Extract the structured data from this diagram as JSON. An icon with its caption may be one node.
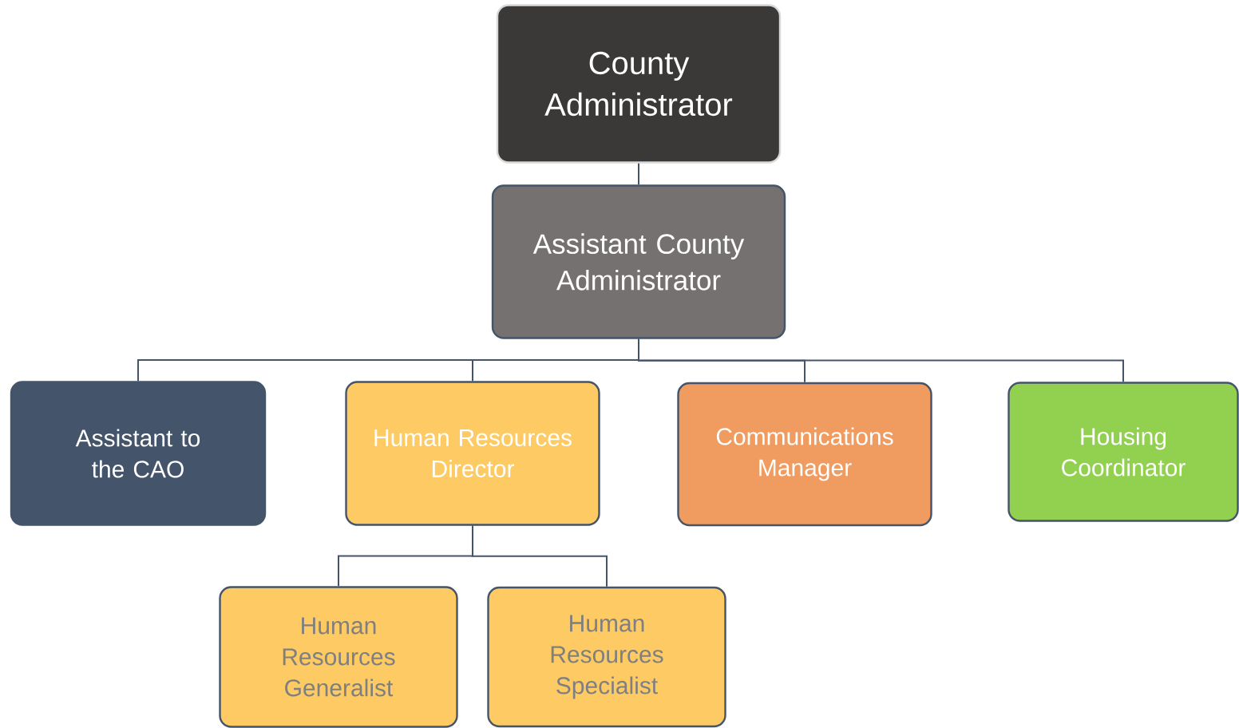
{
  "diagram": {
    "nodes": [
      {
        "text": [
          "County Administrator"
        ]
      },
      {
        "text": [
          "Assistant County Administrator"
        ]
      },
      {
        "text": [
          "Assistant to the CAO"
        ]
      },
      {
        "text": [
          "Human Resources Director"
        ]
      },
      {
        "text": [
          "Communications Manager"
        ]
      },
      {
        "text": [
          "Housing Coordinator"
        ]
      },
      {
        "text": [
          "Human Resources Generalist"
        ]
      },
      {
        "text": [
          "Human Resources Specialist"
        ]
      }
    ],
    "edges": [
      {
        "from": 0,
        "to": 1,
        "arrow": "none"
      },
      {
        "from": 1,
        "to": 2,
        "arrow": "none"
      },
      {
        "from": 1,
        "to": 3,
        "arrow": "none"
      },
      {
        "from": 1,
        "to": 4,
        "arrow": "none"
      },
      {
        "from": 1,
        "to": 5,
        "arrow": "none"
      },
      {
        "from": 3,
        "to": 6,
        "arrow": "none"
      },
      {
        "from": 3,
        "to": 7,
        "arrow": "none"
      }
    ]
  }
}
